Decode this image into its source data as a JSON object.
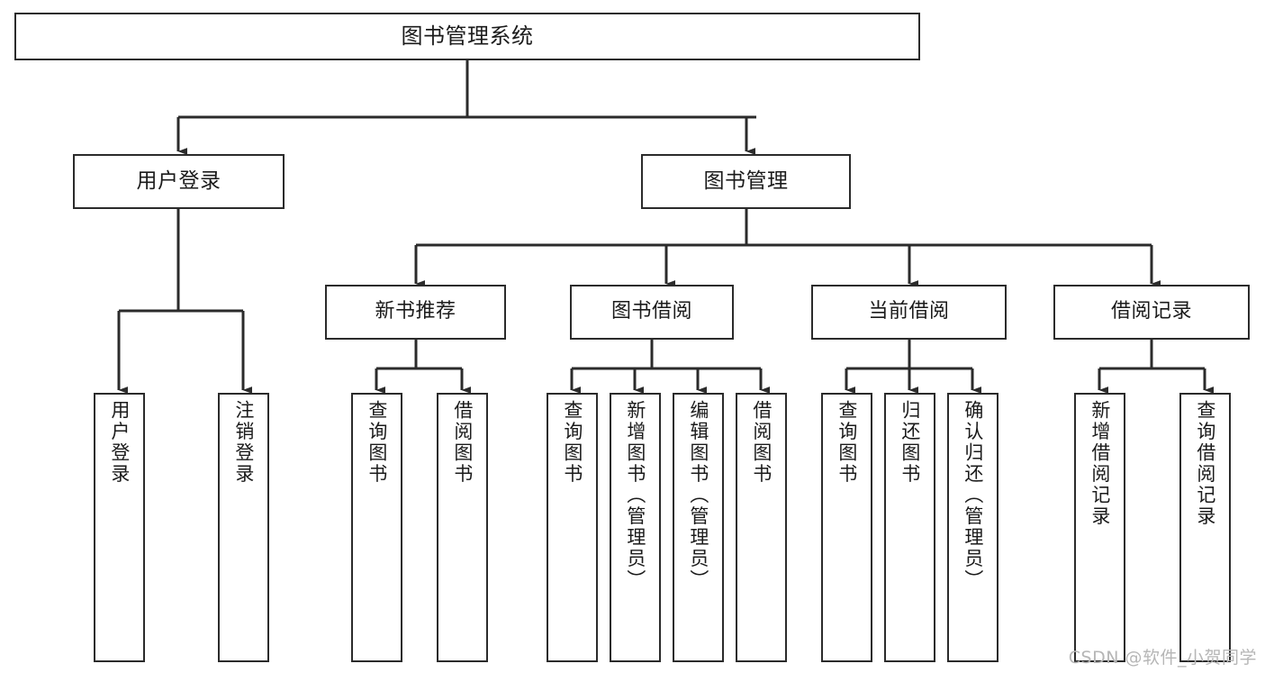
{
  "diagram": {
    "type": "tree-hierarchy-chart",
    "title": "图书管理系统",
    "stroke_color": "#2b2b2b",
    "background_color": "#ffffff",
    "root": {
      "id": "root",
      "label": "图书管理系统"
    },
    "level2": [
      {
        "id": "user-login",
        "label": "用户登录"
      },
      {
        "id": "book-management",
        "label": "图书管理"
      }
    ],
    "level3": [
      {
        "id": "new-book-recommend",
        "label": "新书推荐",
        "parent": "book-management"
      },
      {
        "id": "book-borrow",
        "label": "图书借阅",
        "parent": "book-management"
      },
      {
        "id": "current-borrow",
        "label": "当前借阅",
        "parent": "book-management"
      },
      {
        "id": "borrow-record",
        "label": "借阅记录",
        "parent": "book-management"
      }
    ],
    "leaves": [
      {
        "id": "leaf-user-login",
        "label": "用户登录",
        "parent": "user-login"
      },
      {
        "id": "leaf-logout",
        "label": "注销登录",
        "parent": "user-login"
      },
      {
        "id": "leaf-query-book-1",
        "label": "查询图书",
        "parent": "new-book-recommend"
      },
      {
        "id": "leaf-borrow-book-1",
        "label": "借阅图书",
        "parent": "new-book-recommend"
      },
      {
        "id": "leaf-query-book-2",
        "label": "查询图书",
        "parent": "book-borrow"
      },
      {
        "id": "leaf-add-book",
        "label": "新增图书（管理员）",
        "parent": "book-borrow"
      },
      {
        "id": "leaf-edit-book",
        "label": "编辑图书（管理员）",
        "parent": "book-borrow"
      },
      {
        "id": "leaf-borrow-book-2",
        "label": "借阅图书",
        "parent": "book-borrow"
      },
      {
        "id": "leaf-query-book-3",
        "label": "查询图书",
        "parent": "current-borrow"
      },
      {
        "id": "leaf-return-book",
        "label": "归还图书",
        "parent": "current-borrow"
      },
      {
        "id": "leaf-confirm-return",
        "label": "确认归还（管理员）",
        "parent": "current-borrow"
      },
      {
        "id": "leaf-add-record",
        "label": "新增借阅记录",
        "parent": "borrow-record"
      },
      {
        "id": "leaf-query-record",
        "label": "查询借阅记录",
        "parent": "borrow-record"
      }
    ]
  },
  "watermark": {
    "text": "CSDN @软件_小贺同学"
  }
}
